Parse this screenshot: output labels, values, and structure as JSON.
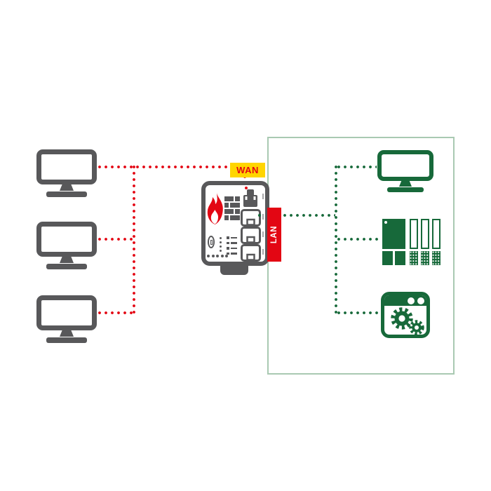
{
  "labels": {
    "wan": "WAN",
    "lan": "LAN"
  },
  "colors": {
    "danger_red": "#e30613",
    "wan_yellow": "#ffd500",
    "device_gray": "#58585a",
    "safe_green": "#17693a",
    "zone_border_green": "#a9c9b2"
  },
  "zones": {
    "external": {
      "side": "left",
      "connection_style": "red-dotted",
      "devices": [
        {
          "type": "computer",
          "icon": "computer-monitor-icon"
        },
        {
          "type": "computer",
          "icon": "computer-monitor-icon"
        },
        {
          "type": "computer",
          "icon": "computer-monitor-icon"
        }
      ]
    },
    "protected": {
      "side": "right",
      "connection_style": "green-dotted",
      "devices": [
        {
          "type": "monitor",
          "icon": "monitor-icon"
        },
        {
          "type": "plc-controller",
          "icon": "plc-icon"
        },
        {
          "type": "machine",
          "icon": "machine-gears-icon"
        }
      ]
    }
  },
  "firewall": {
    "icons": [
      "flame-icon",
      "brick-wall-icon",
      "ethernet-port-icon"
    ],
    "ethernet_ports": 4,
    "wan_side_label": "WAN",
    "lan_side_label": "LAN"
  }
}
